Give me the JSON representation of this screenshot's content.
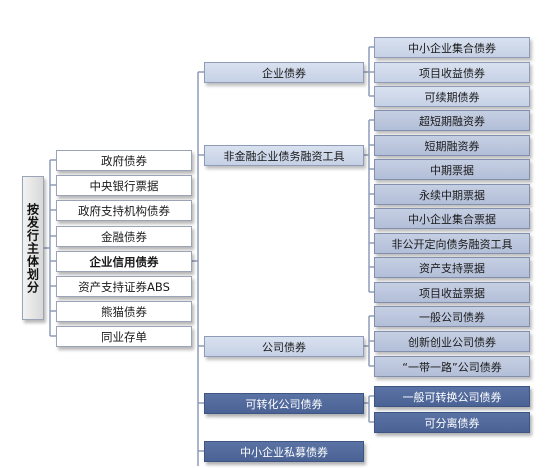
{
  "root": {
    "label": "按发行主体划分"
  },
  "issuers": [
    {
      "label": "政府债券",
      "emphasis": false
    },
    {
      "label": "中央银行票据",
      "emphasis": false
    },
    {
      "label": "政府支持机构债券",
      "emphasis": false
    },
    {
      "label": "金融债券",
      "emphasis": false
    },
    {
      "label": "企业信用债券",
      "emphasis": true
    },
    {
      "label": "资产支持证券ABS",
      "emphasis": false
    },
    {
      "label": "熊猫债券",
      "emphasis": false
    },
    {
      "label": "同业存单",
      "emphasis": false
    }
  ],
  "credit_bond_types": [
    {
      "label": "企业债券",
      "children": [
        "中小企业集合债券",
        "项目收益债券",
        "可续期债券"
      ]
    },
    {
      "label": "非金融企业债务融资工具",
      "children": [
        "超短期融资券",
        "短期融资券",
        "中期票据",
        "永续中期票据",
        "中小企业集合票据",
        "非公开定向债务融资工具",
        "资产支持票据",
        "项目收益票据"
      ]
    },
    {
      "label": "公司债券",
      "children": [
        "一般公司债券",
        "创新创业公司债券",
        "“一带一路”公司债券"
      ]
    },
    {
      "label": "可转化公司债券",
      "children": [
        "一般可转换公司债券",
        "可分离债券"
      ]
    },
    {
      "label": "中小企业私募债券",
      "children": []
    }
  ],
  "colors": {
    "line": "#8e9cb8",
    "light_fill": "#d9e1ef",
    "mid_fill": "#b3bfd8",
    "dark_fill": "#4a6294"
  }
}
